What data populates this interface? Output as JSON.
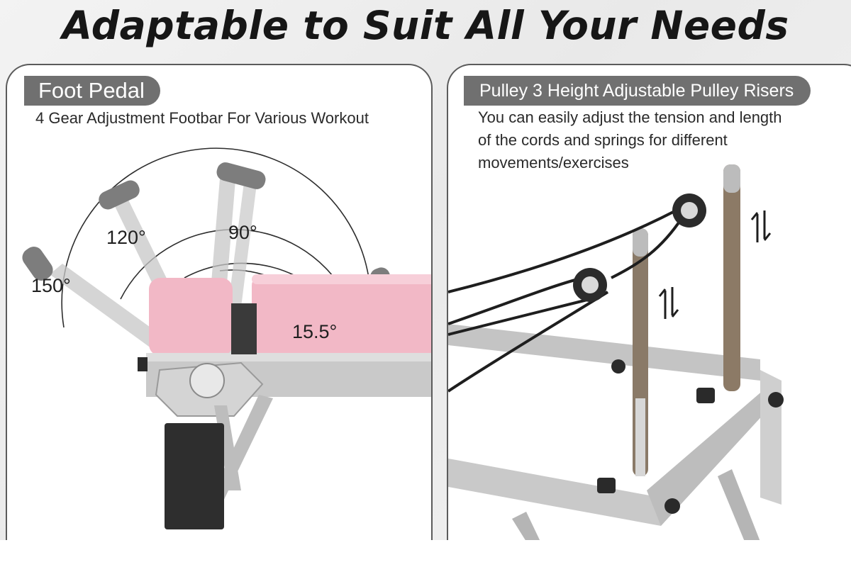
{
  "headline": "Adaptable to Suit All Your Needs",
  "left_panel": {
    "tag": "Foot Pedal",
    "description": "4 Gear Adjustment Footbar For Various Workout",
    "angle_labels": [
      "150°",
      "120°",
      "90°",
      "15.5°"
    ]
  },
  "right_panel": {
    "tag": "Pulley 3 Height Adjustable Pulley Risers",
    "description_lines": [
      "You can easily adjust the tension and length",
      "of the cords and springs for different",
      "movements/exercises"
    ],
    "arrow_icon": "up-down-arrows-icon"
  },
  "colors": {
    "tag_gray": "#707070",
    "frame_gray": "#bdbdbd",
    "cushion_pink": "#f2b8c6",
    "text_dark": "#161616"
  }
}
